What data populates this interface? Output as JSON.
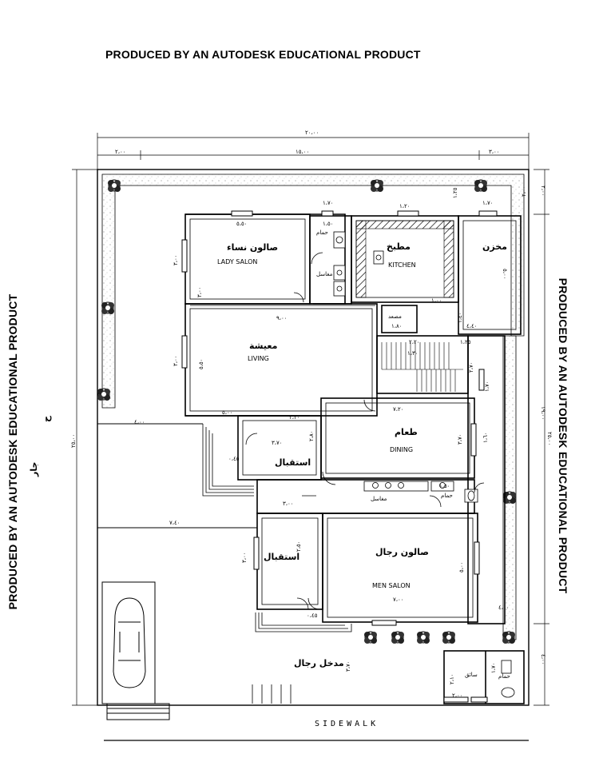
{
  "watermark": "PRODUCED BY AN AUTODESK EDUCATIONAL PRODUCT",
  "rooms": {
    "lady_salon": {
      "ar": "صالون نساء",
      "en": "LADY SALON"
    },
    "kitchen": {
      "ar": "مطبخ",
      "en": "KITCHEN"
    },
    "store": {
      "ar": "مخزن"
    },
    "living": {
      "ar": "معيشة",
      "en": "LIVING"
    },
    "dining": {
      "ar": "طعام",
      "en": "DINING"
    },
    "reception1": {
      "ar": "استقبال"
    },
    "reception2": {
      "ar": "استقبال"
    },
    "men_salon": {
      "ar": "صالون رجال",
      "en": "MEN SALON"
    },
    "bath1": {
      "ar": "حمام"
    },
    "sinks1": {
      "ar": "مغاسل"
    },
    "elevator": {
      "ar": "مصعد"
    },
    "sinks2": {
      "ar": "مغاسل"
    },
    "bath2": {
      "ar": "حمام"
    },
    "men_entrance": {
      "ar": "مدخل رجال"
    },
    "driver": {
      "ar": "سائق"
    },
    "bath3": {
      "ar": "حمام"
    }
  },
  "neighbor": {
    "ar": "جار"
  },
  "north": {
    "ar": "ح"
  },
  "sidewalk": "SIDEWALK",
  "dims": {
    "total_width": "٢٠،٠٠",
    "seg_left": "٢،٠٠",
    "seg_mid": "١٥،٠٠",
    "seg_right": "٣،٠٠",
    "total_left": "٢٥،٠٠",
    "total_right": "٢٥،٠٠",
    "right_19": "١٩،٠٠",
    "right_top": "٢،٠٠",
    "right_bottom": "٤،٠٠",
    "ls_w": "٥،٥٠",
    "ls_h": "٣،٠٠",
    "bath_w": "١،٧٠",
    "bath_w2": "١،٥٠",
    "k_w": "١،٢٠",
    "k_h": "١،٢٥",
    "st_w": "١،٧٠",
    "st_h": "٥،٠٠",
    "kitchen_h": "٣،٠٠",
    "living_w": "٩،٠٠",
    "living_h": "٥،٥٠",
    "living_h2": "٣،٠٠",
    "elev_w": "١،٨٠",
    "stair1": "١،٣٠",
    "stair2": "٢،٢٠",
    "stair3": "١،٢٥",
    "stair4": "٢،٧٠",
    "stair5": "١،٧٠",
    "store_b": "٤،٤٠",
    "store_side": "١،٤٠",
    "kitchen_b": "١،٠٠",
    "liv_b": "٥،٠٠",
    "liv_b2": "٢،٢٠",
    "rec_w": "٣،٧٠",
    "rec_h": "٢،٨٠",
    "rec_side": "٠،٤٥",
    "left_40": "٤،٠٠",
    "din_w": "٧،٢٠",
    "din_h": "٣،٧٠",
    "din_d": "١،٦٠",
    "sink_w": "١،٥٠",
    "pk_w": "٧،٤٠",
    "r2_w": "٣،٠٠",
    "r2_h": "٢،٥٠",
    "r2_h2": "٣،٠٠",
    "ms_w": "٧،٠٠",
    "ms_h": "٥،٠٠",
    "ms_b": "٠،٤٥",
    "ent_h": "٣،٧٠",
    "dr_w": "٢،٠٠",
    "dr_h": "٢،١٠",
    "dr_h2": "١،٧٠",
    "right_40": "٤،٠٠",
    "right_20": "٢،٠٠"
  }
}
